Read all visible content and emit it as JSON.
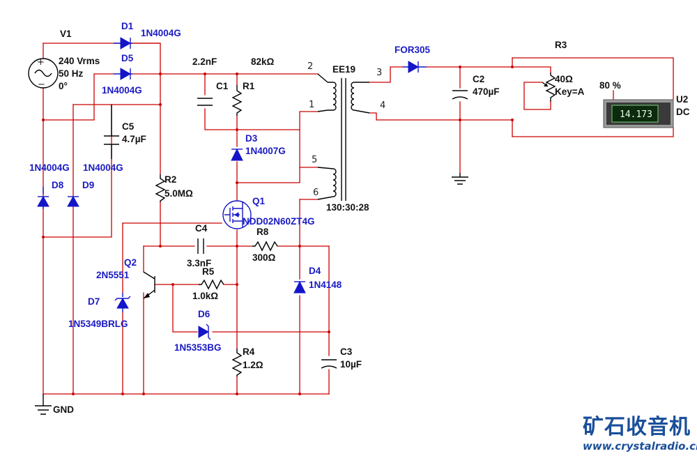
{
  "source": {
    "ref": "V1",
    "voltage": "240 Vrms",
    "frequency": "50 Hz",
    "phase": "0°",
    "ground": "GND"
  },
  "bridge": {
    "d1": {
      "ref": "D1",
      "part": "1N4004G"
    },
    "d5": {
      "ref": "D5",
      "part": "1N4004G"
    },
    "d8": {
      "ref": "D8",
      "part": "1N4004G"
    },
    "d9": {
      "ref": "D9",
      "part": "1N4004G"
    }
  },
  "input_filter": {
    "ref": "C5",
    "value": "4.7µF"
  },
  "snubber": {
    "c1": {
      "ref": "C1",
      "value": "2.2nF"
    },
    "r1": {
      "ref": "R1",
      "value": "82kΩ"
    },
    "d3": {
      "ref": "D3",
      "part": "1N4007G"
    }
  },
  "startup": {
    "ref": "R2",
    "value": "5.0MΩ"
  },
  "switch": {
    "ref": "Q1",
    "part": "NDD02N60ZT4G"
  },
  "control": {
    "q2": {
      "ref": "Q2",
      "part": "2N5551"
    },
    "d7": {
      "ref": "D7",
      "part": "1N5349BRLG"
    },
    "c4": {
      "ref": "C4",
      "value": "3.3nF"
    },
    "r8": {
      "ref": "R8",
      "value": "300Ω"
    },
    "r5": {
      "ref": "R5",
      "value": "1.0kΩ"
    },
    "d6": {
      "ref": "D6",
      "part": "1N5353BG"
    },
    "r4": {
      "ref": "R4",
      "value": "1.2Ω"
    },
    "d4": {
      "ref": "D4",
      "part": "1N4148"
    },
    "c3": {
      "ref": "C3",
      "value": "10µF"
    }
  },
  "transformer": {
    "ref": "EE19",
    "ratio": "130:30:28",
    "pins": [
      "1",
      "2",
      "3",
      "4",
      "5",
      "6"
    ]
  },
  "output": {
    "rectifier": "FOR305",
    "c2": {
      "ref": "C2",
      "value": "470µF"
    },
    "r3": {
      "ref": "R3",
      "value": "40Ω",
      "key": "Key=A",
      "setting": "80 %"
    }
  },
  "meter": {
    "ref": "U2",
    "mode": "DC",
    "reading": "14.173"
  },
  "watermark": {
    "name": "矿石收音机",
    "url": "www.crystalradio.cn"
  },
  "colors": {
    "wire": "#cc0000",
    "component": "#1515c8",
    "meter_display": "#0c2a0c"
  }
}
